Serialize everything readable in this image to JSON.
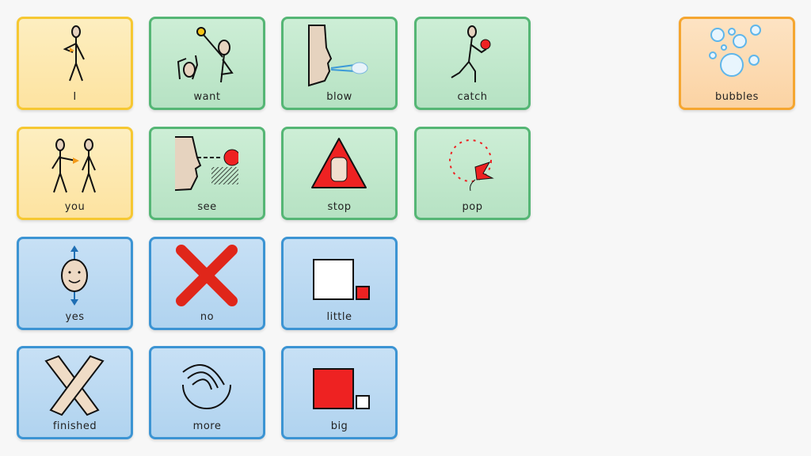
{
  "tiles": [
    {
      "label": "I",
      "icon": "person-pointing-self-icon",
      "category": "pronoun"
    },
    {
      "label": "want",
      "icon": "person-reaching-icon",
      "category": "verb"
    },
    {
      "label": "blow",
      "icon": "face-blowing-icon",
      "category": "verb"
    },
    {
      "label": "catch",
      "icon": "person-catching-ball-icon",
      "category": "verb"
    },
    {
      "label": "you",
      "icon": "person-pointing-other-icon",
      "category": "pronoun"
    },
    {
      "label": "see",
      "icon": "face-looking-icon",
      "category": "verb"
    },
    {
      "label": "stop",
      "icon": "stop-hand-sign-icon",
      "category": "verb"
    },
    {
      "label": "pop",
      "icon": "balloon-popping-icon",
      "category": "verb"
    },
    {
      "label": "yes",
      "icon": "nodding-face-icon",
      "category": "social"
    },
    {
      "label": "no",
      "icon": "red-cross-icon",
      "category": "social"
    },
    {
      "label": "little",
      "icon": "small-square-icon",
      "category": "describing"
    },
    {
      "label": "finished",
      "icon": "crossed-arms-icon",
      "category": "social"
    },
    {
      "label": "more",
      "icon": "more-arrows-icon",
      "category": "social"
    },
    {
      "label": "big",
      "icon": "big-square-icon",
      "category": "describing"
    },
    {
      "label": "bubbles",
      "icon": "bubbles-icon",
      "category": "noun"
    }
  ],
  "colors": {
    "pronoun": "#f6c832",
    "verb": "#55b675",
    "social": "#3c94d3",
    "describing": "#3c94d3",
    "noun": "#f5a630"
  }
}
